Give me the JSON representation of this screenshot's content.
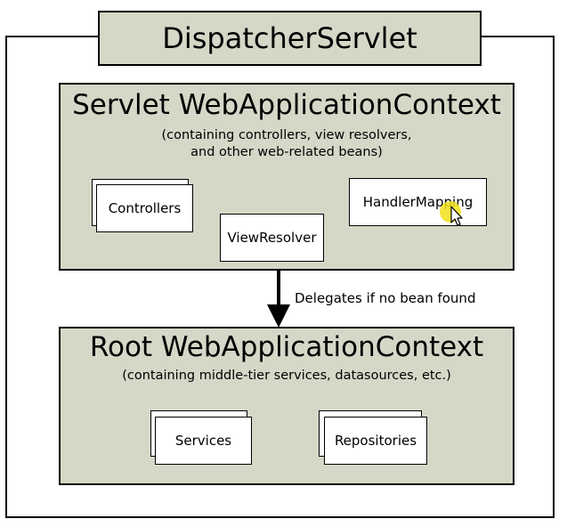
{
  "dispatcher": {
    "title": "DispatcherServlet"
  },
  "servlet_context": {
    "title": "Servlet WebApplicationContext",
    "subtitle_line1": "(containing controllers, view resolvers,",
    "subtitle_line2": "and other web-related beans)",
    "beans": {
      "controllers": "Controllers",
      "view_resolver": "ViewResolver",
      "handler_mapping": "HandlerMapping"
    }
  },
  "arrow": {
    "label": "Delegates if no bean found"
  },
  "root_context": {
    "title": "Root WebApplicationContext",
    "subtitle": "(containing middle-tier services, datasources, etc.)",
    "beans": {
      "services": "Services",
      "repositories": "Repositories"
    }
  },
  "colors": {
    "context_fill": "#d6d7c7",
    "cursor_highlight": "#f2e21a"
  }
}
